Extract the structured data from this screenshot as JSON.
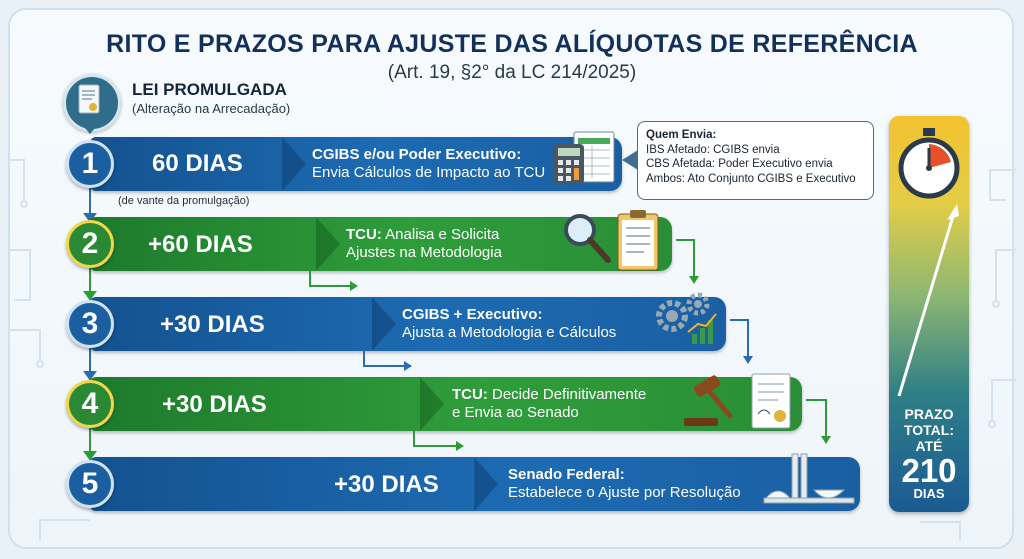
{
  "header": {
    "title": "RITO E PRAZOS PARA AJUSTE DAS ALÍQUOTAS DE REFERÊNCIA",
    "subtitle": "(Art. 19, §2° da LC 214/2025)"
  },
  "lei": {
    "title": "LEI PROMULGADA",
    "subtitle": "(Alteração na Arrecadação)"
  },
  "steps": [
    {
      "number": "1",
      "days": "60 DIAS",
      "actor": "CGIBS e/ou Poder Executivo:",
      "action": "Envia Cálculos de Impacto ao TCU",
      "color": "blue",
      "icon": "calculator-spreadsheet-icon"
    },
    {
      "number": "2",
      "days": "+60 DIAS",
      "actor": "TCU:",
      "actor_rest": " Analisa e Solicita",
      "action": "Ajustes na Metodologia",
      "color": "green",
      "icon": "magnifier-clipboard-icon"
    },
    {
      "number": "3",
      "days": "+30 DIAS",
      "actor": "CGIBS + Executivo:",
      "action": "Ajusta a Metodologia e Cálculos",
      "color": "blue",
      "icon": "gears-chart-icon"
    },
    {
      "number": "4",
      "days": "+30 DIAS",
      "actor": "TCU:",
      "actor_rest": " Decide Definitivamente",
      "action": "e Envia ao Senado",
      "color": "green",
      "icon": "gavel-document-icon"
    },
    {
      "number": "5",
      "days": "+30 DIAS",
      "actor": "Senado Federal:",
      "action": "Estabelece o Ajuste por Resolução",
      "color": "blue",
      "icon": "congress-building-icon"
    }
  ],
  "step1_note": "(de vante da promulgação)",
  "quem_envia": {
    "title": "Quem Envia:",
    "lines": [
      "IBS Afetado: CGIBS envia",
      "CBS Afetada: Poder Executivo envia",
      "Ambos: Ato Conjunto CGIBS e Executivo"
    ]
  },
  "prazo_total": {
    "label": "PRAZO TOTAL: ATÉ",
    "label_lines": [
      "PRAZO",
      "TOTAL:",
      "ATÉ"
    ],
    "value": "210",
    "unit": "DIAS",
    "icon": "stopwatch-icon"
  },
  "colors": {
    "blue": "#1d6bb3",
    "green": "#2f9d3b",
    "gold": "#f2c230",
    "title": "#14305a"
  }
}
